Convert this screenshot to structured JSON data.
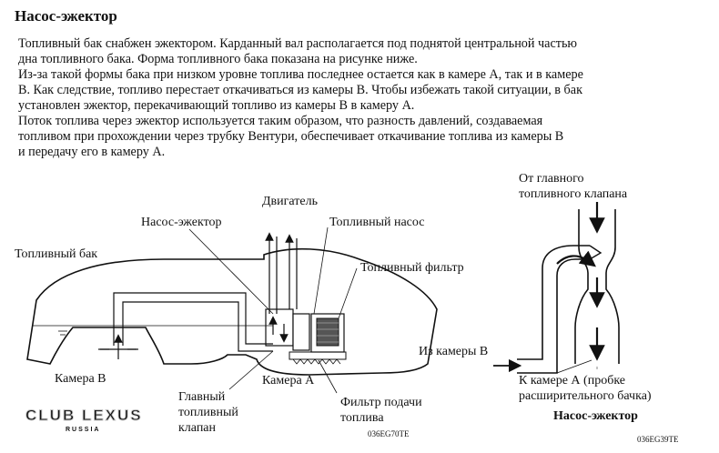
{
  "title": "Насос-эжектор",
  "paragraphs": [
    "Топливный бак снабжен эжектором. Карданный вал располагается под поднятой центральной частью",
    "дна топливного бака. Форма топливного бака показана на рисунке ниже.",
    "Из-за такой формы бака при низком уровне топлива последнее остается как в камере А, так и в камере",
    "В. Как следствие, топливо перестает откачиваться из камеры В. Чтобы избежать такой ситуации, в бак",
    "установлен эжектор, перекачивающий топливо из камеры В в камеру А.",
    "Поток топлива через эжектор используется таким образом, что разность давлений, создаваемая",
    "топливом при прохождении через трубку Вентури, обеспечивает откачивание топлива из камеры В",
    "и передачу его в камеру А."
  ],
  "left_diagram": {
    "labels": {
      "engine": "Двигатель",
      "ejector_pump": "Насос-эжектор",
      "fuel_pump": "Топливный насос",
      "fuel_tank": "Топливный бак",
      "fuel_filter": "Топливный фильтр",
      "chamber_b": "Камера В",
      "chamber_a": "Камера А",
      "main_valve_1": "Главный",
      "main_valve_2": "топливный",
      "main_valve_3": "клапан",
      "feed_filter_1": "Фильтр подачи",
      "feed_filter_2": "топлива"
    },
    "code": "036EG70TE"
  },
  "right_diagram": {
    "labels": {
      "from_main_1": "От главного",
      "from_main_2": "топливного клапана",
      "from_chamber_b": "Из камеры В",
      "to_chamber_a_1": "К камере А (пробке",
      "to_chamber_a_2": "расширительного бачка)",
      "caption": "Насос-эжектор"
    },
    "code": "036EG39TE"
  },
  "watermark": {
    "line1": "CLUB LEXUS",
    "line2": "RUSSIA"
  }
}
